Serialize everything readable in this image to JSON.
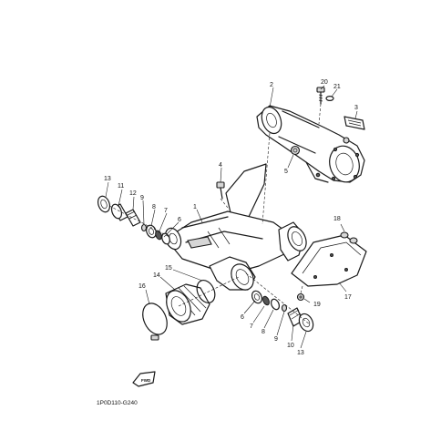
{
  "callouts": [
    {
      "id": "c1",
      "text": "1"
    },
    {
      "id": "c2",
      "text": "2"
    },
    {
      "id": "c3",
      "text": "3"
    },
    {
      "id": "c4",
      "text": "4"
    },
    {
      "id": "c5",
      "text": "5"
    },
    {
      "id": "c6a",
      "text": "6"
    },
    {
      "id": "c6b",
      "text": "6"
    },
    {
      "id": "c7a",
      "text": "7"
    },
    {
      "id": "c7b",
      "text": "7"
    },
    {
      "id": "c8a",
      "text": "8"
    },
    {
      "id": "c8b",
      "text": "8"
    },
    {
      "id": "c9a",
      "text": "9"
    },
    {
      "id": "c9b",
      "text": "9"
    },
    {
      "id": "c10",
      "text": "10"
    },
    {
      "id": "c11",
      "text": "11"
    },
    {
      "id": "c12",
      "text": "12"
    },
    {
      "id": "c13a",
      "text": "13"
    },
    {
      "id": "c13b",
      "text": "13"
    },
    {
      "id": "c14",
      "text": "14"
    },
    {
      "id": "c15",
      "text": "15"
    },
    {
      "id": "c16",
      "text": "16"
    },
    {
      "id": "c17",
      "text": "17"
    },
    {
      "id": "c18",
      "text": "18"
    },
    {
      "id": "c19",
      "text": "19"
    },
    {
      "id": "c20",
      "text": "20"
    },
    {
      "id": "c21",
      "text": "21"
    }
  ],
  "diagram_code": "1P0D110-G240",
  "fwd_label": "FWD"
}
